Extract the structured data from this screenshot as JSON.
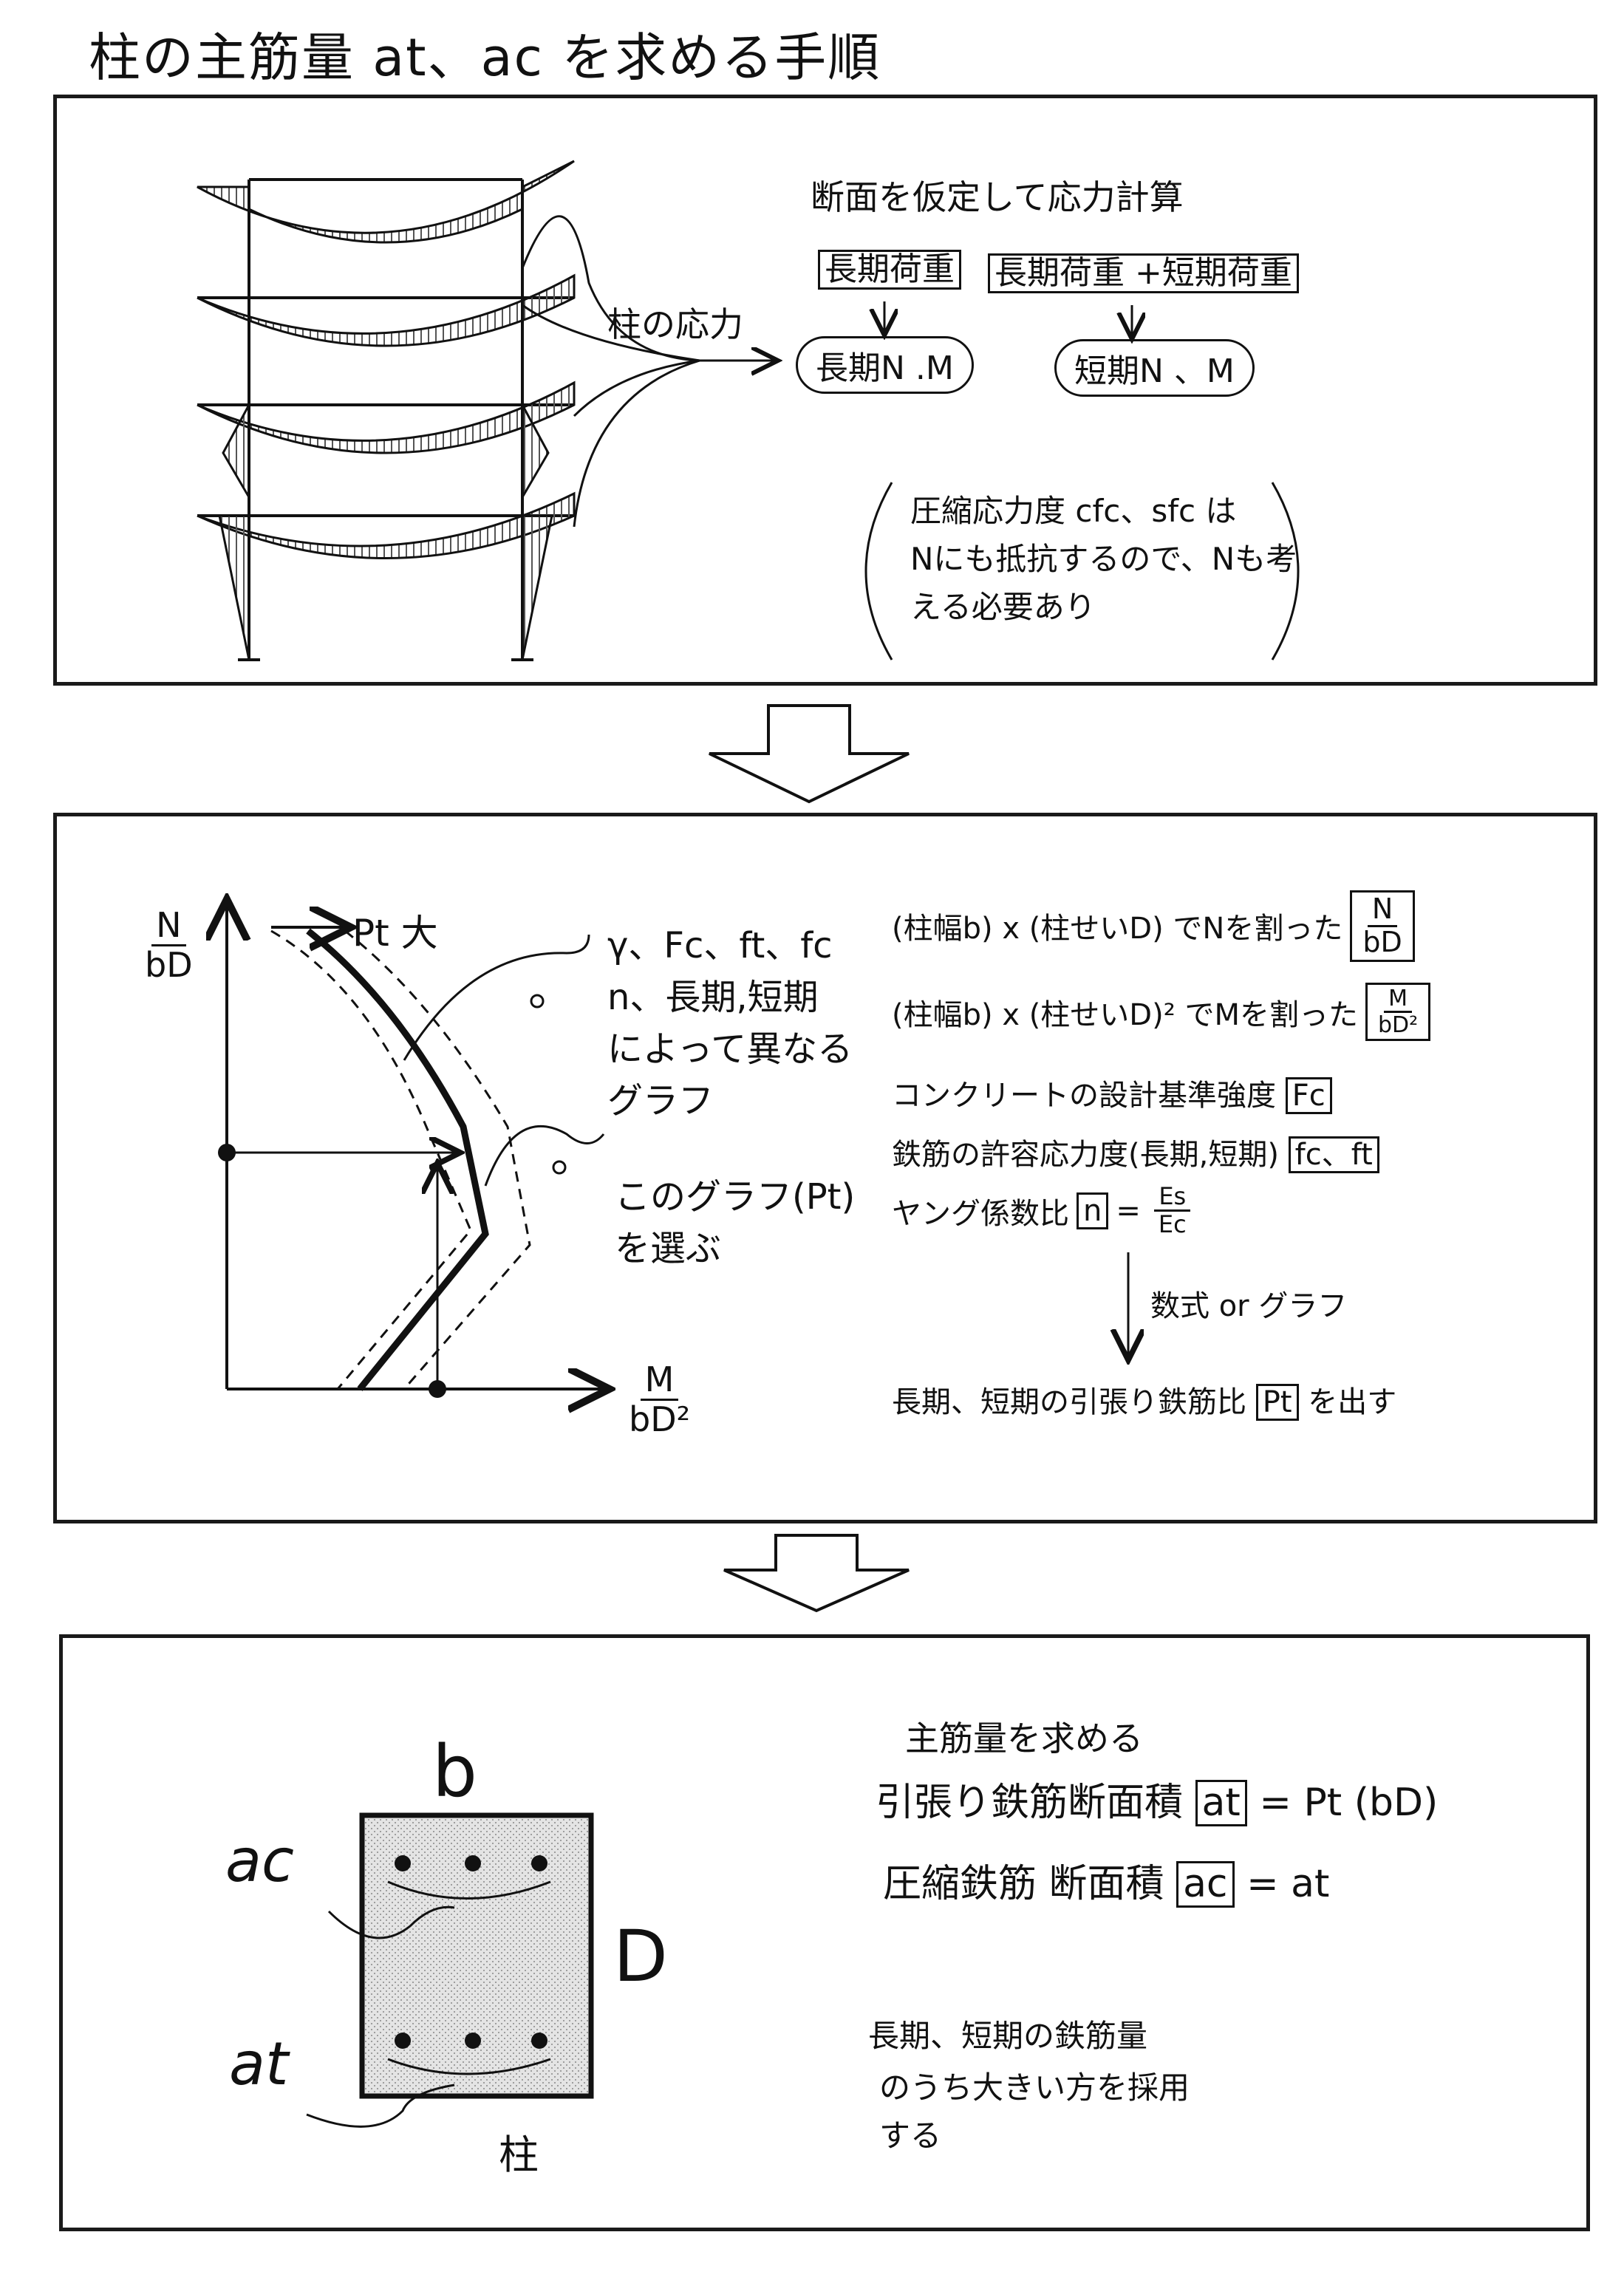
{
  "title": "柱の主筋量 at、ac を求める手順",
  "panel1": {
    "heading": "断面を仮定して応力計算",
    "long_load": "長期荷重",
    "long_short_load": "長期荷重 +短期荷重",
    "column_stress": "柱の応力",
    "long_nm": "長期N .M",
    "short_nm": "短期N 、M",
    "note_line1": "圧縮応力度 cfc、sfc は",
    "note_line2": "Nにも抵抗するので、Nも考",
    "note_line3": "える必要あり"
  },
  "panel2": {
    "y_axis_num": "N",
    "y_axis_den": "bD",
    "x_axis_num": "M",
    "x_axis_den": "bD²",
    "pt_large": "Pt 大",
    "graph_note1": "γ、Fc、ft、fc",
    "graph_note2": "n、長期,短期",
    "graph_note3": "によって異なる",
    "graph_note4": "グラフ",
    "choose1": "このグラフ(Pt)",
    "choose2": "を選ぶ",
    "row1_text": "(柱幅b) x (柱せいD) でNを割った",
    "row1_num": "N",
    "row1_den": "bD",
    "row2_text": "(柱幅b) x (柱せいD)² でMを割った",
    "row2_num": "M",
    "row2_den": "bD²",
    "row3_text": "コンクリートの設計基準強度",
    "row3_box": "Fc",
    "row4_text": "鉄筋の許容応力度(長期,短期)",
    "row4_box": "fc、ft",
    "row5_text": "ヤング係数比",
    "row5_box": "n",
    "row5_eq": "=",
    "row5_num": "Es",
    "row5_den": "Ec",
    "method": "数式 or グラフ",
    "result_text": "長期、短期の引張り鉄筋比",
    "result_box": "Pt",
    "result_tail": "を出す"
  },
  "panel3": {
    "label_b": "b",
    "label_D": "D",
    "label_ac": "ac",
    "label_at": "at",
    "label_column": "柱",
    "heading": "主筋量を求める",
    "tension_text": "引張り鉄筋断面積",
    "tension_box": "at",
    "tension_eq": "= Pt (bD)",
    "comp_text": "圧縮鉄筋 断面積",
    "comp_box": "ac",
    "comp_eq": "= at",
    "adopt1": "長期、短期の鉄筋量",
    "adopt2": "のうち大きい方を採用",
    "adopt3": "する"
  },
  "colors": {
    "ink": "#111111",
    "hatch": "#555555",
    "concrete": "#dcdcdc"
  }
}
